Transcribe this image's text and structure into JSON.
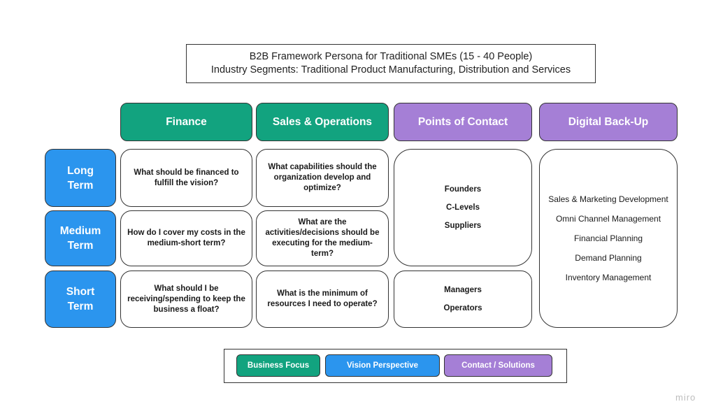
{
  "title": {
    "line1": "B2B Framework Persona for Traditional SMEs (15 - 40 People)",
    "line2": "Industry Segments: Traditional Product Manufacturing, Distribution and Services"
  },
  "columns": {
    "finance": "Finance",
    "sales_operations": "Sales & Operations",
    "points_of_contact": "Points of Contact",
    "digital_backup": "Digital Back-Up"
  },
  "rows": {
    "long_term": [
      "Long",
      "Term"
    ],
    "medium_term": [
      "Medium",
      "Term"
    ],
    "short_term": [
      "Short",
      "Term"
    ]
  },
  "cells": {
    "finance_long": "What should be financed to fulfill the vision?",
    "finance_medium": "How do I cover my costs in the medium-short term?",
    "finance_short": "What should I be receiving/spending to keep the business a float?",
    "sales_long": "What capabilities should the organization develop and optimize?",
    "sales_medium": "What are the activities/decisions should be executing for the medium-term?",
    "sales_short": "What is the minimum of resources I need to operate?"
  },
  "contacts_upper": [
    "Founders",
    "C-Levels",
    "Suppliers"
  ],
  "contacts_lower": [
    "Managers",
    "Operators"
  ],
  "digital_backup_items": [
    "Sales & Marketing Development",
    "Omni Channel Management",
    "Financial Planning",
    "Demand Planning",
    "Inventory Management"
  ],
  "legend": {
    "business_focus": "Business Focus",
    "vision_perspective": "Vision Perspective",
    "contact_solutions": "Contact / Solutions"
  },
  "colors": {
    "green": "#12a37f",
    "blue": "#2b95ee",
    "purple": "#a57fd6"
  },
  "watermark": "miro"
}
